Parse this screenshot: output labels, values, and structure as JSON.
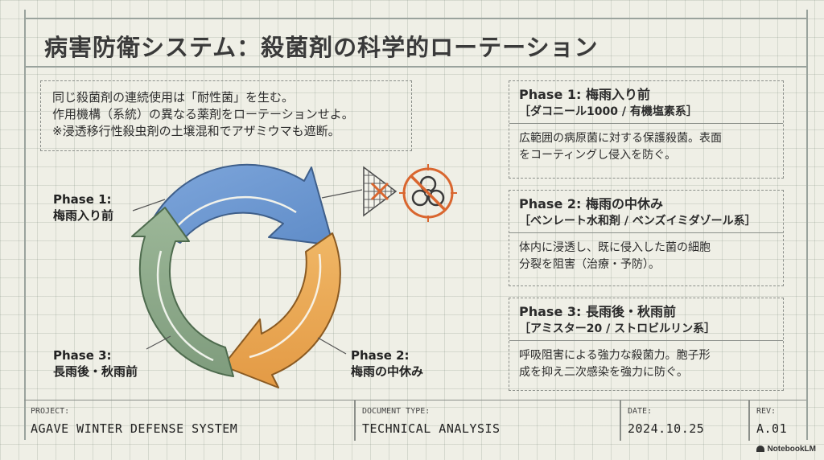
{
  "title": "病害防衛システム：殺菌剤の科学的ローテーション",
  "intro": {
    "lines": [
      "同じ殺菌剤の連続使用は「耐性菌」を生む。",
      "作用機構（系統）の異なる薬剤をローテーションせよ。",
      "※浸透移行性殺虫剤の土壌混和でアザミウマも遮断。"
    ]
  },
  "cycle": {
    "phase1": {
      "label": "Phase 1:",
      "name": "梅雨入り前",
      "color": "#6f9ad4"
    },
    "phase2": {
      "label": "Phase 2:",
      "name": "梅雨の中休み",
      "color": "#e9a851"
    },
    "phase3": {
      "label": "Phase 3:",
      "name": "長雨後・秋雨前",
      "color": "#8fab8c"
    }
  },
  "phases": [
    {
      "heading": "Phase 1: 梅雨入り前",
      "agent": "［ダコニール1000 / 有機塩素系］",
      "body": [
        "広範囲の病原菌に対する保護殺菌。表面",
        "をコーティングし侵入を防ぐ。"
      ]
    },
    {
      "heading": "Phase 2: 梅雨の中休み",
      "agent": "［ベンレート水和剤 / ベンズイミダゾール系］",
      "body": [
        "体内に浸透し、既に侵入した菌の細胞",
        "分裂を阻害（治療・予防）。"
      ]
    },
    {
      "heading": "Phase 3: 長雨後・秋雨前",
      "agent": "［アミスター20 / ストロビルリン系］",
      "body": [
        "呼吸阻害による強力な殺菌力。胞子形",
        "成を抑え二次感染を強力に防ぐ。"
      ]
    }
  ],
  "icons": {
    "shield": "mesh-shield-icon",
    "biohazard": "biohazard-prohibited-icon",
    "accent": "#d9662f"
  },
  "footer": {
    "project_label": "PROJECT:",
    "project_value": "AGAVE WINTER DEFENSE SYSTEM",
    "doctype_label": "DOCUMENT TYPE:",
    "doctype_value": "TECHNICAL ANALYSIS",
    "date_label": "DATE:",
    "date_value": "2024.10.25",
    "rev_label": "REV:",
    "rev_value": "A.01"
  },
  "brand": "NotebookLM"
}
